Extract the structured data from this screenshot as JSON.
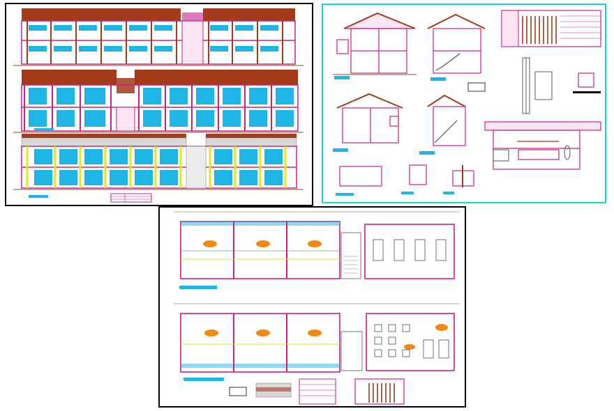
{
  "drawing_sheets": [
    {
      "id": "elevations",
      "label": ""
    },
    {
      "id": "sections",
      "label": ""
    },
    {
      "id": "floor-plans",
      "label": ""
    }
  ],
  "colors": {
    "sheet_border": "#000000",
    "sections_border": "#13d6d6",
    "roof": "#a33a1a",
    "wall_outline": "#cc1f8a",
    "glazing": "#1fb6e6",
    "column_yellow": "#e6e61a",
    "grid_green": "#2a8a2a",
    "accent_orange": "#f08a14",
    "dimension_line": "#6b5a2a"
  },
  "icons": {
    "title_block": "title-block-table",
    "furniture": "desk-chair-symbol",
    "person": "human-scale-figure"
  }
}
